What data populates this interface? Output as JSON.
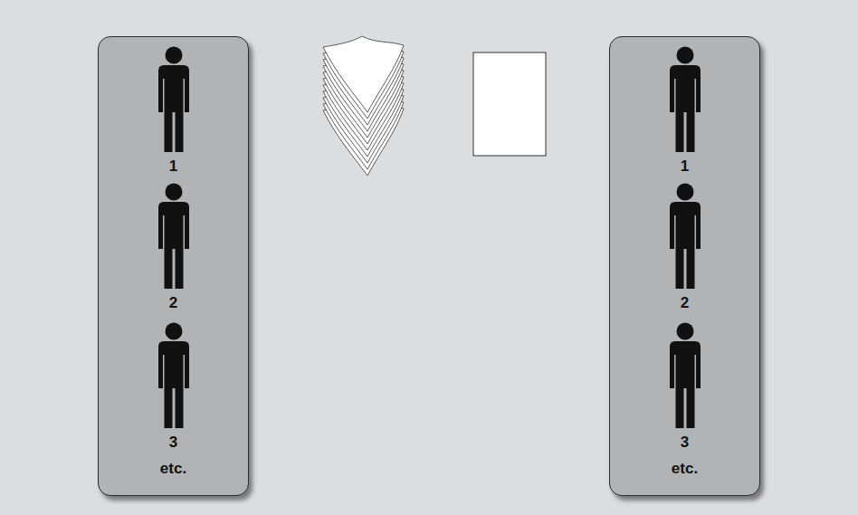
{
  "diagram": {
    "nodes": [
      {
        "text": [
          "1",
          "2",
          "3",
          "etc."
        ]
      },
      {
        "text": [
          "1",
          "2",
          "3",
          "etc."
        ]
      }
    ]
  }
}
